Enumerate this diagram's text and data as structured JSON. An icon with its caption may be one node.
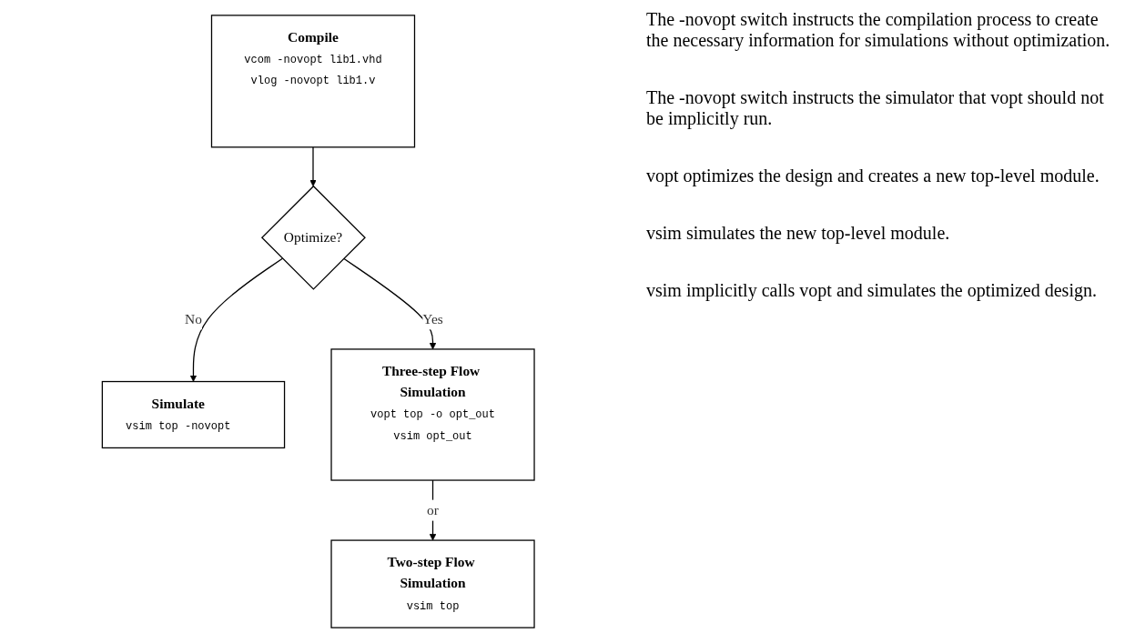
{
  "diagram": {
    "nodes": [
      {
        "text": [
          "Compile",
          "vcom -novopt lib1.vhd",
          "vlog -novopt lib1.v"
        ]
      },
      {
        "text": [
          "Optimize?"
        ]
      },
      {
        "text": [
          "Simulate",
          "vsim top -novopt"
        ]
      },
      {
        "text": [
          "Three-step Flow Simulation",
          "vopt top -o opt_out",
          "vsim opt_out"
        ]
      },
      {
        "text": [
          "Two-step Flow Simulation",
          "vsim top"
        ]
      }
    ],
    "edges": [
      {
        "from": 0,
        "to": 1,
        "arrow": "to"
      },
      {
        "from": 1,
        "to": 2,
        "label": "No",
        "arrow": "to"
      },
      {
        "from": 1,
        "to": 3,
        "label": "Yes",
        "arrow": "to"
      },
      {
        "from": 3,
        "to": 4,
        "label": "or",
        "arrow": "to"
      }
    ],
    "labels": [
      "The -novopt switch instructs the compilation process to create the necessary information for simulations without optimization.",
      "The -novopt switch instructs the simulator that vopt should not be implicitly run.",
      "vopt optimizes the design and creates a new top-level module.",
      "vsim simulates the new top-level module.",
      "vsim implicitly calls vopt and simulates the optimized design."
    ]
  }
}
